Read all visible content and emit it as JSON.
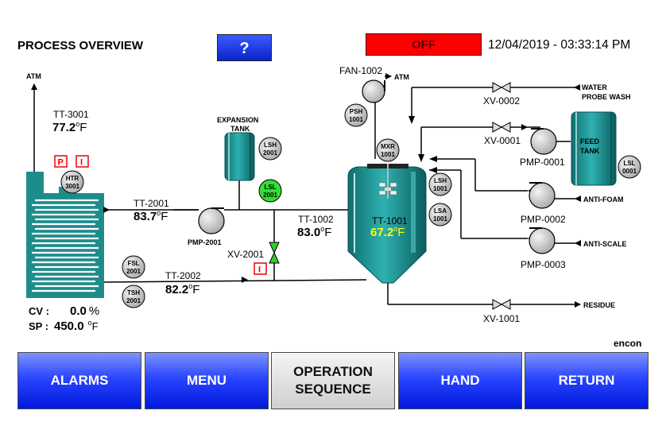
{
  "header": {
    "title": "PROCESS OVERVIEW",
    "help_label": "?",
    "status_label": "OFF",
    "datetime": "12/04/2019 - 03:33:14 PM"
  },
  "colors": {
    "tank_teal": "#1f8c8c",
    "running_green": "#33cc33",
    "status_red": "#ff0000",
    "button_blue": "#0a23c8",
    "setpoint_yellow": "#ffff00"
  },
  "left_tank": {
    "atm_label": "ATM",
    "tt3001_tag": "TT-3001",
    "tt3001_value": "77.2",
    "unit": "F",
    "deg": "o",
    "p_tag": "P",
    "i_tag": "I",
    "htr_line1": "HTR",
    "htr_line2": "3001",
    "fsl_line1": "FSL",
    "fsl_line2": "2001",
    "tsh_line1": "TSH",
    "tsh_line2": "2001",
    "cv_label": "CV :",
    "cv_value": "0.0",
    "cv_unit": "%",
    "sp_label": "SP :",
    "sp_value": "450.0"
  },
  "expansion_tank": {
    "title_line1": "EXPANSION",
    "title_line2": "TANK",
    "lsh_line1": "LSH",
    "lsh_line2": "2001",
    "lsl_line1": "LSL",
    "lsl_line2": "2001"
  },
  "loop": {
    "tt2001_tag": "TT-2001",
    "tt2001_value": "83.7",
    "pmp2001": "PMP-2001",
    "xv2001": "XV-2001",
    "i_tag": "I",
    "tt2002_tag": "TT-2002",
    "tt2002_value": "82.2",
    "tt1002_tag": "TT-1002",
    "tt1002_value": "83.0"
  },
  "reactor": {
    "fan_tag": "FAN-1002",
    "atm_label": "ATM",
    "psh_line1": "PSH",
    "psh_line2": "1001",
    "mxr_line1": "MXR",
    "mxr_line2": "1001",
    "lsh_line1": "LSH",
    "lsh_line2": "1001",
    "lsa_line1": "LSA",
    "lsa_line2": "1001",
    "tt1001_tag": "TT-1001",
    "tt1001_value": "67.2",
    "xv1001": "XV-1001",
    "residue": "RESIDUE"
  },
  "feeds": {
    "xv0002": "XV-0002",
    "water_line1": "WATER",
    "water_line2": "PROBE WASH",
    "xv0001": "XV-0001",
    "pmp0001": "PMP-0001",
    "feed_line1": "FEED",
    "feed_line2": "TANK",
    "lsl_line1": "LSL",
    "lsl_line2": "0001",
    "pmp0002": "PMP-0002",
    "antifoam": "ANTI-FOAM",
    "pmp0003": "PMP-0003",
    "antiscale": "ANTI-SCALE"
  },
  "brand": "encon",
  "nav": {
    "alarms": "ALARMS",
    "menu": "MENU",
    "operation_sequence": "OPERATION\nSEQUENCE",
    "hand": "HAND",
    "return": "RETURN"
  }
}
